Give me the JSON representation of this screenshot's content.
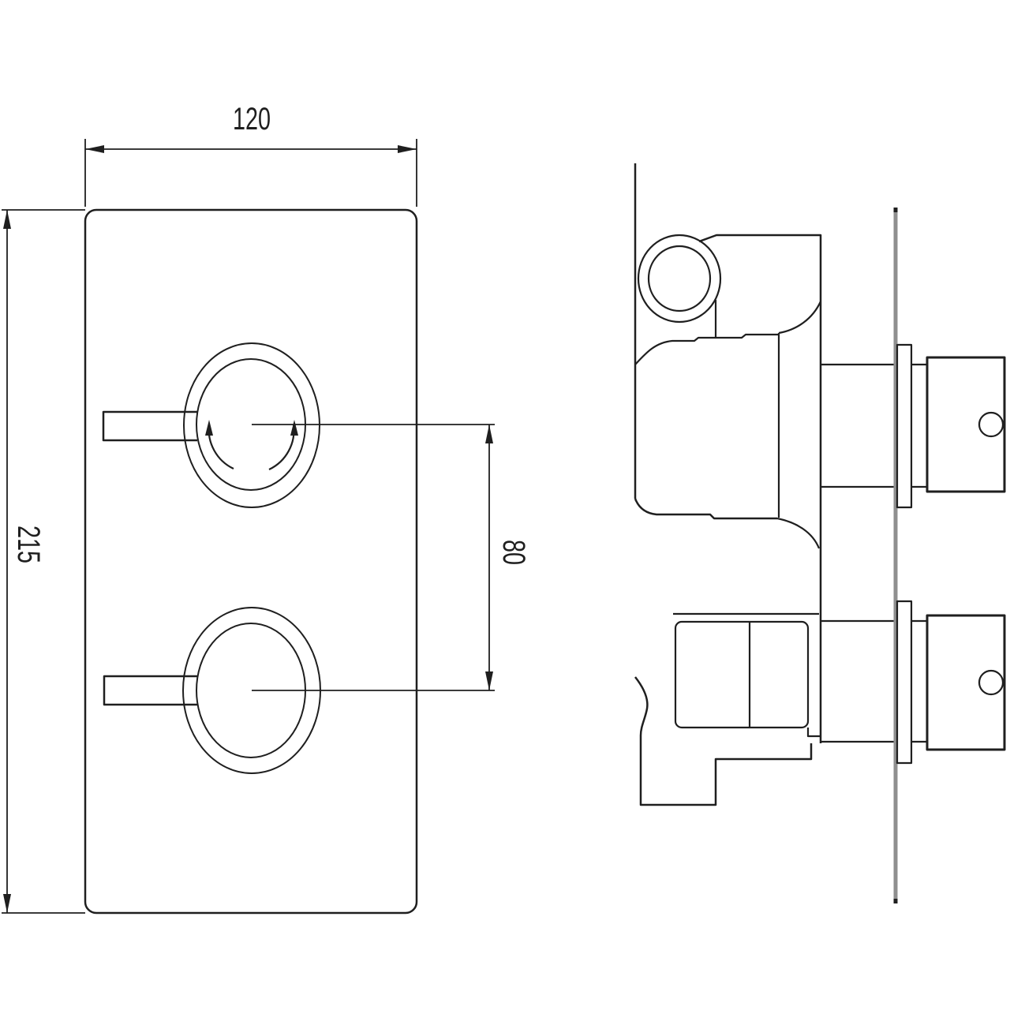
{
  "drawing": {
    "background_color": "#ffffff",
    "line_color": "#1f1f1f",
    "faceplate_edge_color": "#8f8f8f",
    "dimensions": {
      "plate_width": "120",
      "plate_height": "215",
      "handle_spacing": "80"
    }
  }
}
